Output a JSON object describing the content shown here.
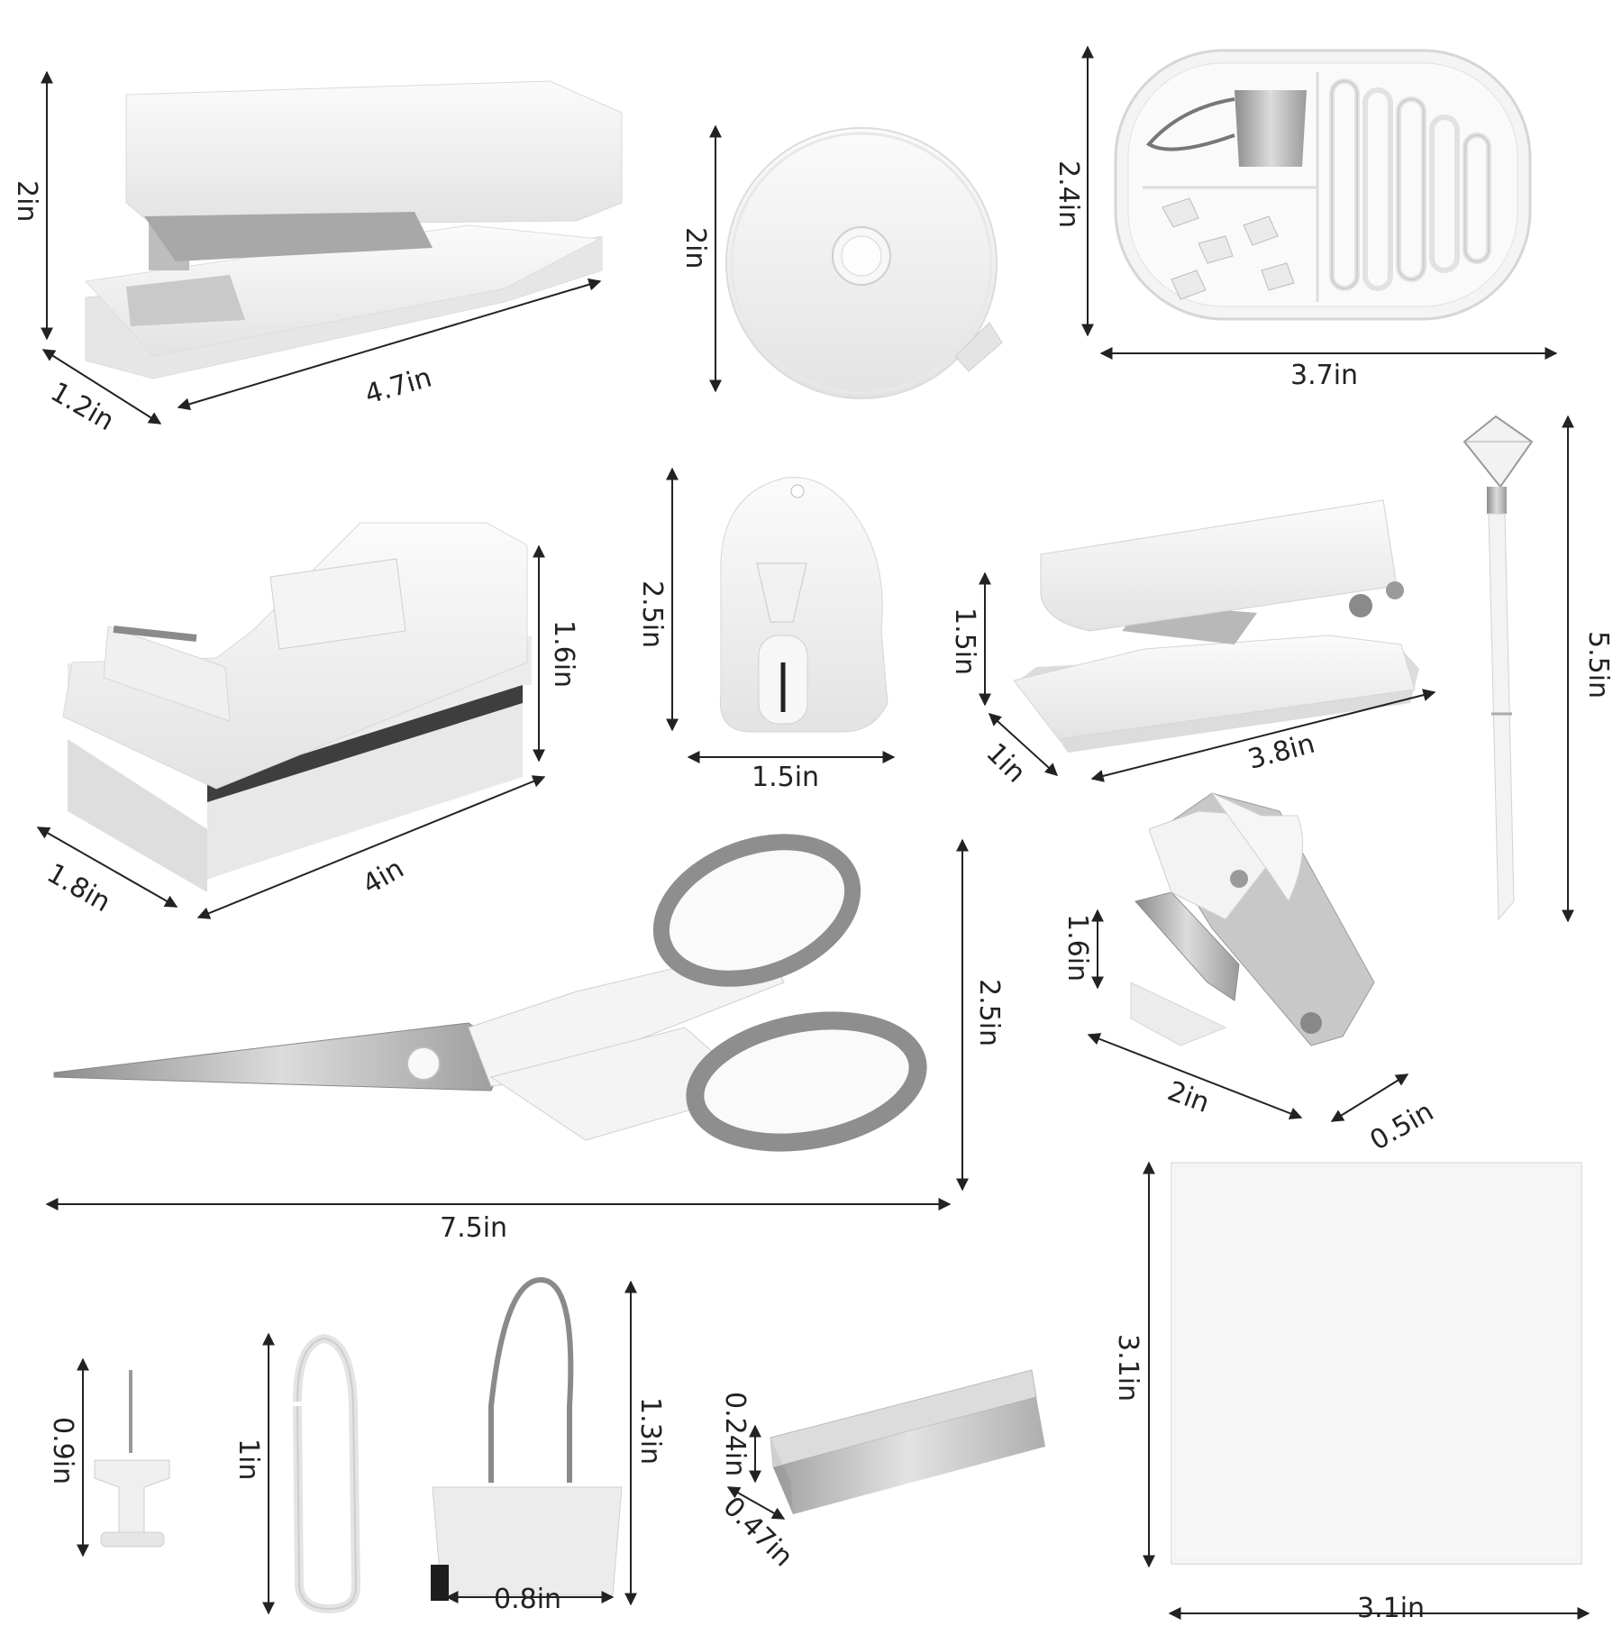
{
  "dimensions": {
    "stapler": {
      "height": "2in",
      "depth": "1.2in",
      "length": "4.7in"
    },
    "tape_measure": {
      "height": "2in"
    },
    "clip_case": {
      "height": "2.4in",
      "width": "3.7in"
    },
    "tape_dispenser": {
      "height": "1.6in",
      "depth": "1.8in",
      "length": "4in"
    },
    "letter_opener": {
      "height": "2.5in",
      "width": "1.5in"
    },
    "hole_punch": {
      "height": "1.5in",
      "depth": "1in",
      "length": "3.8in"
    },
    "pen": {
      "length": "5.5in"
    },
    "scissors": {
      "height": "2.5in",
      "length": "7.5in"
    },
    "staple_remover": {
      "height": "1.6in",
      "length": "2in",
      "width": "0.5in"
    },
    "push_pin": {
      "height": "0.9in"
    },
    "paper_clip": {
      "height": "1in"
    },
    "binder_clip": {
      "height": "1.3in",
      "width": "0.8in"
    },
    "staples": {
      "height": "0.24in",
      "depth": "0.47in"
    },
    "sticky_notes": {
      "height": "3.1in",
      "width": "3.1in"
    }
  },
  "colors": {
    "line": "#222222",
    "body": "#f2f2f2",
    "shade": "#d6d6d6",
    "metal": "#a9a9a9",
    "grip": "#8e8e8e"
  }
}
